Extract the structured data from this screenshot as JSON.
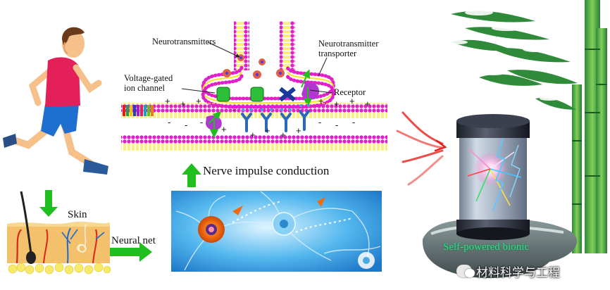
{
  "labels": {
    "neurotransmitters": "Neurotransmitters",
    "transporter_line1": "Neurotransmitter",
    "transporter_line2": "transporter",
    "vgic_line1": "Voltage-gated",
    "vgic_line2": "ion channel",
    "receptor": "Receptor",
    "nerve_impulse": "Nerve impulse conduction",
    "skin": "Skin",
    "neural_net": "Neural net",
    "self_powered": "Self-powered bionic"
  },
  "watermark": {
    "icon": "wechat-icon",
    "text": "材料科学与工程"
  },
  "colors": {
    "membrane_head": "#e020c8",
    "membrane_tail": "#f5e52a",
    "arrow_green": "#1fbf1f",
    "neuron_bg": "#38a8e8",
    "skin_tan": "#f3c06b",
    "red_arrows": "#e8201a"
  }
}
